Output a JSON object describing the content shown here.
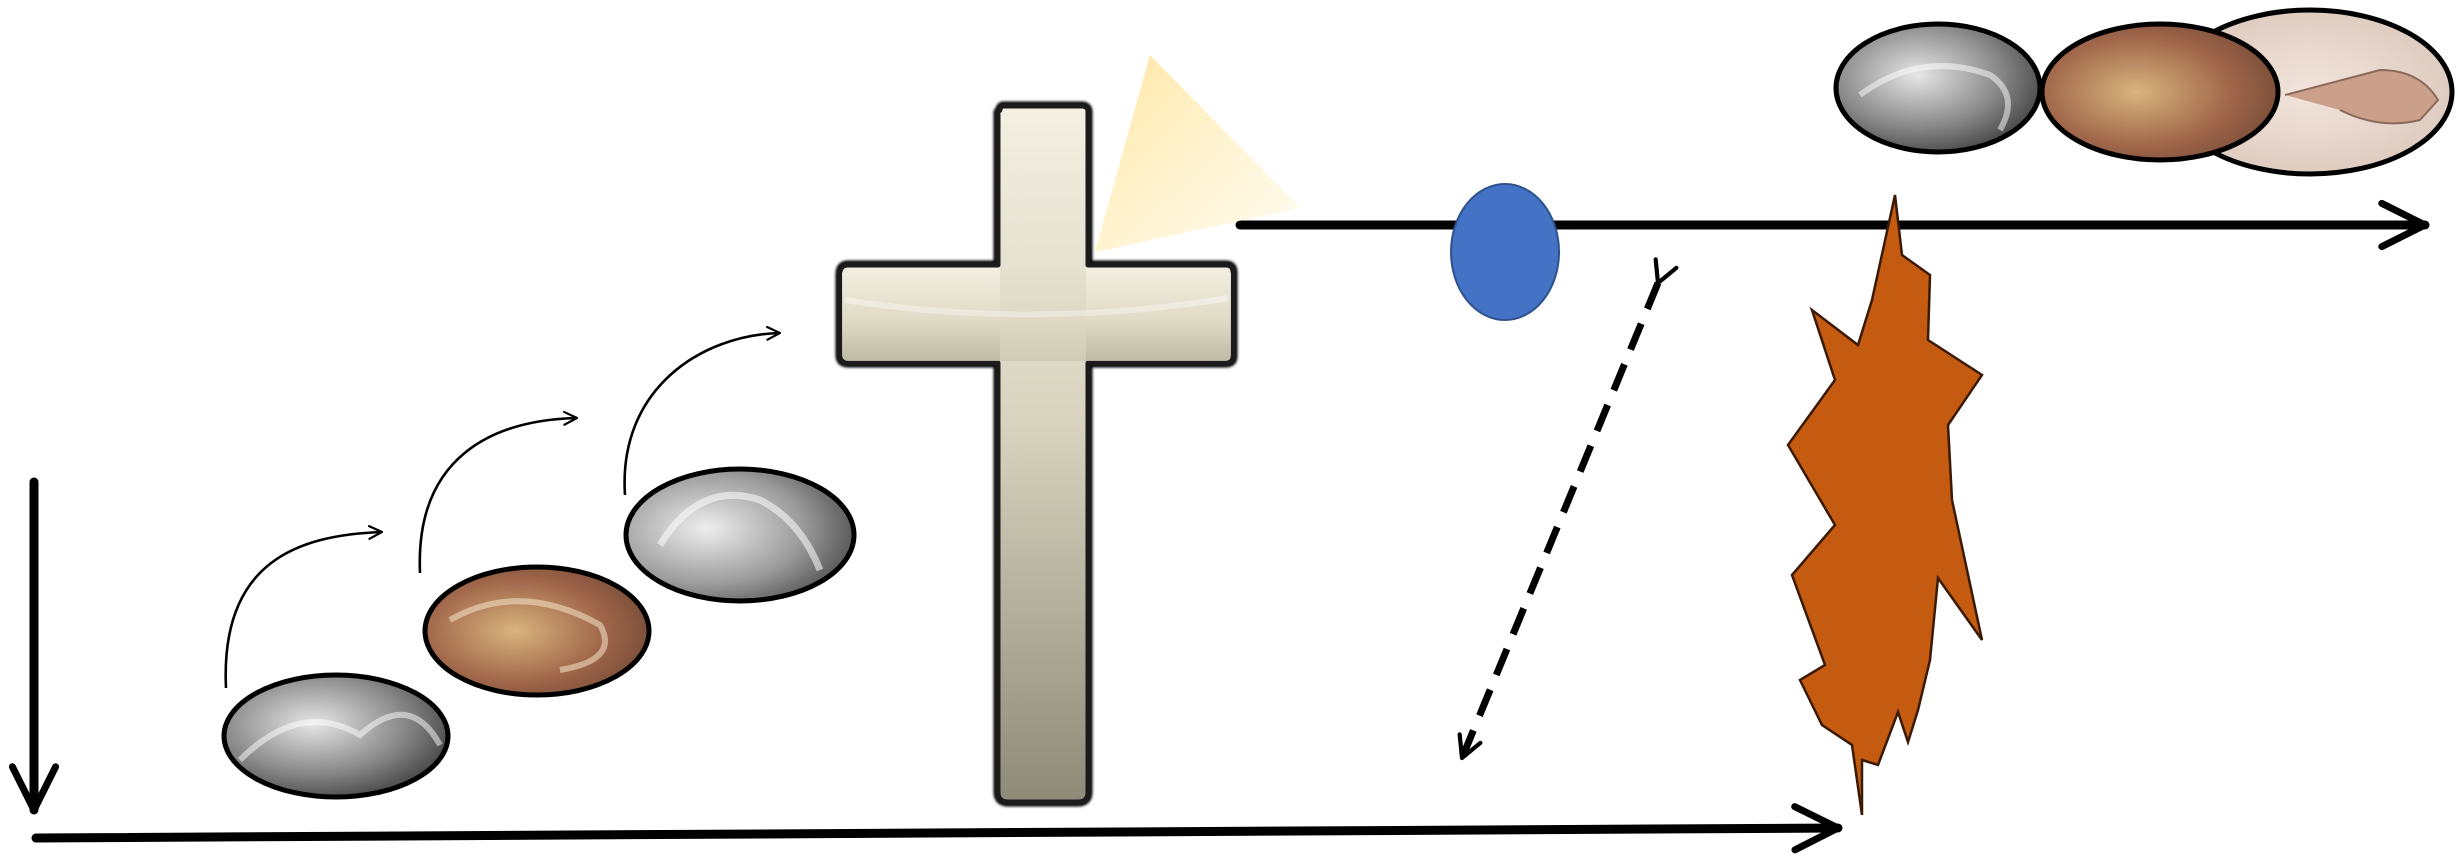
{
  "diagram": {
    "kind": "salvation-history-timeline",
    "labels": [],
    "colors": {
      "line": "#000000",
      "marker": "#4472C4",
      "marker_stroke": "#2F528F",
      "burst": "#C55A11",
      "burst_stroke": "#3A1A05",
      "cross_light": "#EFEAD8",
      "cross_dark": "#8E8A78",
      "glow": "#FFE9A6"
    },
    "icons": {
      "cross": "cross-icon",
      "marker": "circle-marker",
      "burst": "explosion-burst",
      "images": [
        "fresco-medallion"
      ]
    }
  }
}
